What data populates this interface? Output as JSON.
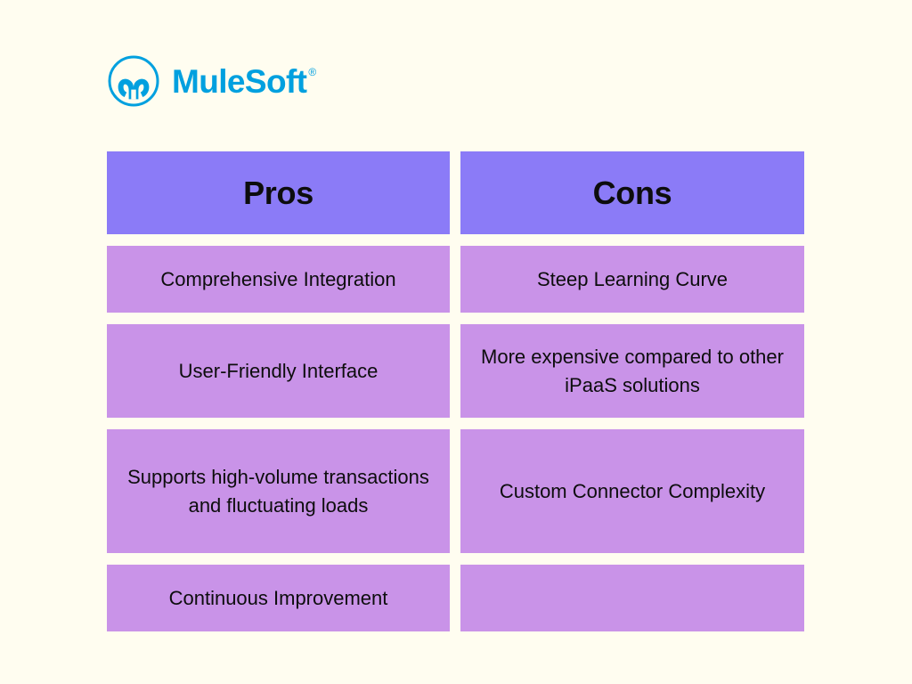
{
  "background_color": "#FFFDF0",
  "brand": {
    "name": "MuleSoft",
    "trademark": "®",
    "logo_icon": "mulesoft-logo-icon",
    "color": "#00A0DF"
  },
  "table": {
    "header_color": "#8B7BF7",
    "cell_color": "#C993E8",
    "text_color": "#0D0D0D",
    "columns": [
      {
        "key": "pros",
        "header": "Pros",
        "items": [
          "Comprehensive Integration",
          "User-Friendly Interface",
          "Supports high-volume transactions and fluctuating loads",
          "Continuous Improvement"
        ]
      },
      {
        "key": "cons",
        "header": "Cons",
        "items": [
          "Steep Learning Curve",
          "More expensive compared to other iPaaS solutions",
          "Custom Connector Complexity",
          ""
        ]
      }
    ]
  }
}
